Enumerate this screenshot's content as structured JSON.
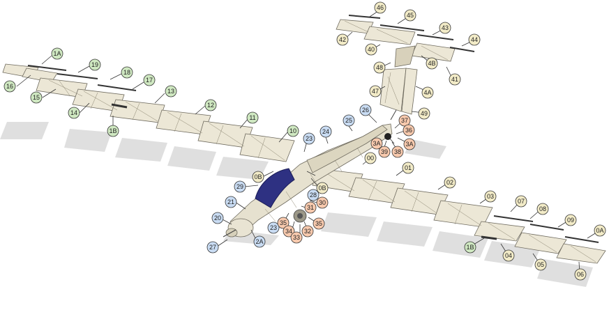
{
  "colors": {
    "green": "#cfe8c1",
    "blue": "#c9dcf3",
    "orange": "#f7c9ad",
    "yellow": "#f2ebc7",
    "canopy": "#2e3182",
    "panel": "#ece7d6",
    "panel_dark": "#d8d1bb"
  },
  "callouts": [
    {
      "id": "c-1A",
      "text": "1A",
      "color": "green"
    },
    {
      "id": "c-19",
      "text": "19",
      "color": "green"
    },
    {
      "id": "c-18a",
      "text": "18",
      "color": "green"
    },
    {
      "id": "c-17",
      "text": "17",
      "color": "green"
    },
    {
      "id": "c-16",
      "text": "16",
      "color": "green"
    },
    {
      "id": "c-15",
      "text": "15",
      "color": "green"
    },
    {
      "id": "c-14",
      "text": "14",
      "color": "green"
    },
    {
      "id": "c-13",
      "text": "13",
      "color": "green"
    },
    {
      "id": "c-1B-left",
      "text": "1B",
      "color": "green"
    },
    {
      "id": "c-12",
      "text": "12",
      "color": "green"
    },
    {
      "id": "c-11",
      "text": "11",
      "color": "green"
    },
    {
      "id": "c-10",
      "text": "10",
      "color": "green"
    },
    {
      "id": "c-23-top",
      "text": "23",
      "color": "blue"
    },
    {
      "id": "c-24",
      "text": "24",
      "color": "blue"
    },
    {
      "id": "c-25",
      "text": "25",
      "color": "blue"
    },
    {
      "id": "c-26",
      "text": "26",
      "color": "blue"
    },
    {
      "id": "c-0B-a",
      "text": "0B",
      "color": "yellow"
    },
    {
      "id": "c-0B-b",
      "text": "0B",
      "color": "yellow"
    },
    {
      "id": "c-00",
      "text": "00",
      "color": "yellow"
    },
    {
      "id": "c-29",
      "text": "29",
      "color": "blue"
    },
    {
      "id": "c-28",
      "text": "28",
      "color": "blue"
    },
    {
      "id": "c-21",
      "text": "21",
      "color": "blue"
    },
    {
      "id": "c-20",
      "text": "20",
      "color": "blue"
    },
    {
      "id": "c-27",
      "text": "27",
      "color": "blue"
    },
    {
      "id": "c-2A",
      "text": "2A",
      "color": "blue"
    },
    {
      "id": "c-23-bot",
      "text": "23",
      "color": "blue"
    },
    {
      "id": "c-35a",
      "text": "35",
      "color": "orange"
    },
    {
      "id": "c-34",
      "text": "34",
      "color": "orange"
    },
    {
      "id": "c-33",
      "text": "33",
      "color": "orange"
    },
    {
      "id": "c-32",
      "text": "32",
      "color": "orange"
    },
    {
      "id": "c-35b",
      "text": "35",
      "color": "orange"
    },
    {
      "id": "c-31",
      "text": "31",
      "color": "orange"
    },
    {
      "id": "c-30",
      "text": "30",
      "color": "orange"
    },
    {
      "id": "c-37",
      "text": "37",
      "color": "orange"
    },
    {
      "id": "c-36",
      "text": "36",
      "color": "orange"
    },
    {
      "id": "c-3A-a",
      "text": "3A",
      "color": "orange"
    },
    {
      "id": "c-39",
      "text": "39",
      "color": "orange"
    },
    {
      "id": "c-38",
      "text": "38",
      "color": "orange"
    },
    {
      "id": "c-3A-b",
      "text": "3A",
      "color": "orange"
    },
    {
      "id": "c-46",
      "text": "46",
      "color": "yellow"
    },
    {
      "id": "c-45",
      "text": "45",
      "color": "yellow"
    },
    {
      "id": "c-43",
      "text": "43",
      "color": "yellow"
    },
    {
      "id": "c-44",
      "text": "44",
      "color": "yellow"
    },
    {
      "id": "c-42",
      "text": "42",
      "color": "yellow"
    },
    {
      "id": "c-40",
      "text": "40",
      "color": "yellow"
    },
    {
      "id": "c-48",
      "text": "48",
      "color": "yellow"
    },
    {
      "id": "c-4B",
      "text": "4B",
      "color": "yellow"
    },
    {
      "id": "c-41",
      "text": "41",
      "color": "yellow"
    },
    {
      "id": "c-47",
      "text": "47",
      "color": "yellow"
    },
    {
      "id": "c-4A",
      "text": "4A",
      "color": "yellow"
    },
    {
      "id": "c-49",
      "text": "49",
      "color": "yellow"
    },
    {
      "id": "c-01",
      "text": "01",
      "color": "yellow"
    },
    {
      "id": "c-02",
      "text": "02",
      "color": "yellow"
    },
    {
      "id": "c-03",
      "text": "03",
      "color": "yellow"
    },
    {
      "id": "c-07",
      "text": "07",
      "color": "yellow"
    },
    {
      "id": "c-08",
      "text": "08",
      "color": "yellow"
    },
    {
      "id": "c-09",
      "text": "09",
      "color": "yellow"
    },
    {
      "id": "c-0A",
      "text": "0A",
      "color": "yellow"
    },
    {
      "id": "c-1B-right",
      "text": "1B",
      "color": "green"
    },
    {
      "id": "c-04",
      "text": "04",
      "color": "yellow"
    },
    {
      "id": "c-05",
      "text": "05",
      "color": "yellow"
    },
    {
      "id": "c-06",
      "text": "06",
      "color": "yellow"
    }
  ]
}
